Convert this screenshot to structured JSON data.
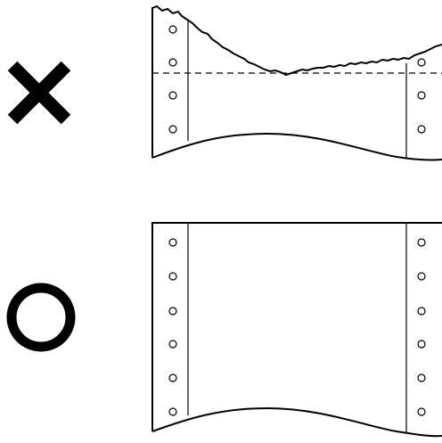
{
  "colors": {
    "ink": "#000000",
    "paper": "#ffffff"
  },
  "panels": [
    {
      "marker_icon": "cross-mark-icon",
      "meaning": "incorrect",
      "shows_tear": true,
      "shows_dashed_perforation": true,
      "left_holes": 4,
      "right_holes": 3
    },
    {
      "marker_icon": "circle-mark-icon",
      "meaning": "correct",
      "shows_tear": false,
      "shows_dashed_perforation": false,
      "left_holes": 6,
      "right_holes": 6
    }
  ]
}
